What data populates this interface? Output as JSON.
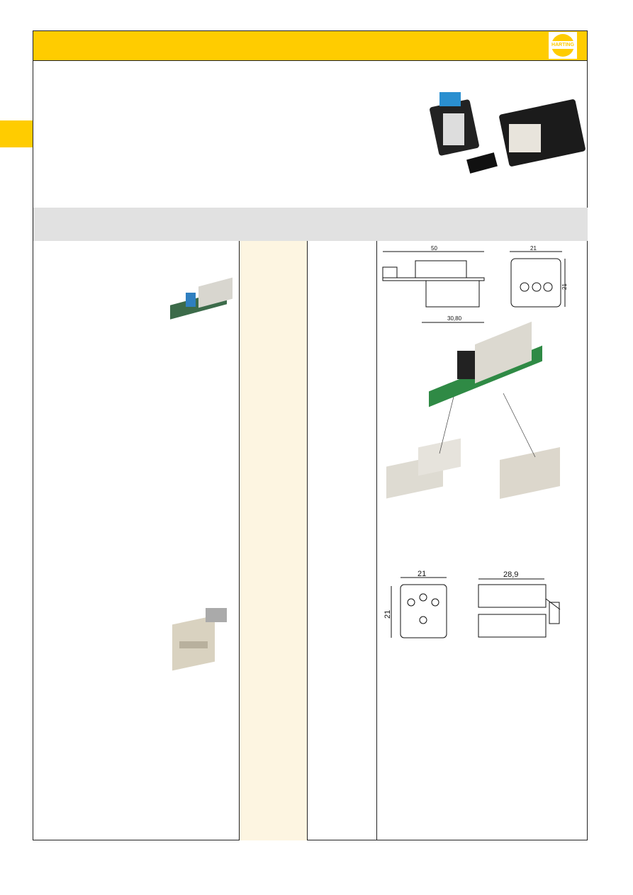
{
  "header": {
    "logo_text": "HARTING",
    "color": "#ffcc00"
  },
  "drawings": {
    "top_side": {
      "width_label": "50",
      "depth_label": "30,80"
    },
    "top_front": {
      "width_label": "21",
      "height_label": "21"
    },
    "bottom_front": {
      "width_label": "21",
      "height_label": "21"
    },
    "bottom_side": {
      "width_label": "28,9"
    }
  }
}
